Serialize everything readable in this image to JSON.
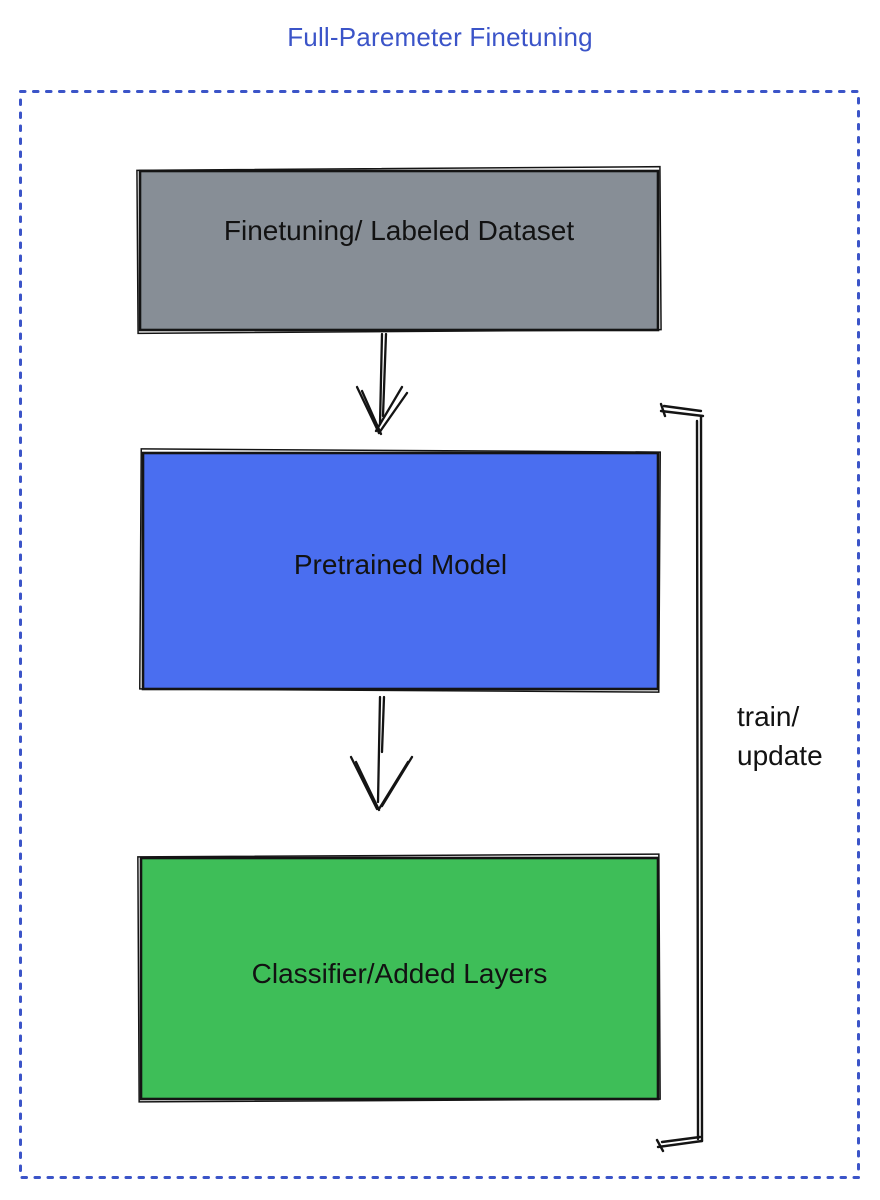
{
  "title": "Full-Paremeter Finetuning",
  "colors": {
    "accent_blue": "#3b54c8",
    "ink": "#141414",
    "box_dataset_fill": "#878e96",
    "box_model_fill": "#4a6ef0",
    "box_classifier_fill": "#3ebe58",
    "label_text": "#121212"
  },
  "boxes": {
    "dataset": {
      "label": "Finetuning/ Labeled Dataset"
    },
    "model": {
      "label": "Pretrained Model"
    },
    "classifier": {
      "label": "Classifier/Added Layers"
    }
  },
  "bracket": {
    "label_line1": "train/",
    "label_line2": "update"
  }
}
